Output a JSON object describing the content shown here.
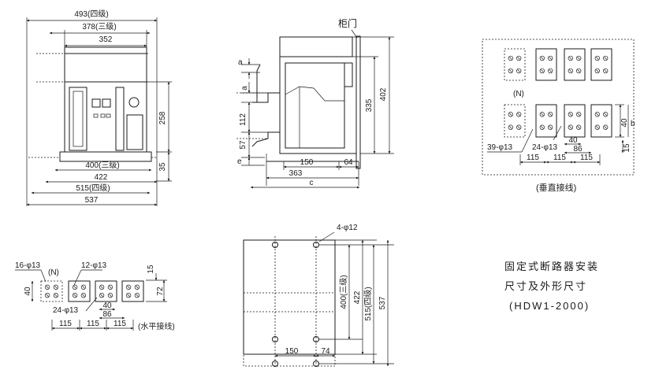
{
  "front_view": {
    "dim_top": [
      "493(四级)",
      "378(三级)",
      "352"
    ],
    "dim_bottom": [
      "400(三级)",
      "422",
      "515(四级)",
      "537"
    ],
    "dim_right": [
      "258",
      "35"
    ]
  },
  "side_view": {
    "label_door": "柜门",
    "dims_left": [
      "a",
      "a",
      "112",
      "57",
      "e"
    ],
    "dims_right": [
      "335",
      "402"
    ],
    "dims_bottom": [
      "150",
      "64",
      "363",
      "c"
    ]
  },
  "vertical_terminal": {
    "label_n": "(N)",
    "dims": [
      "40",
      "b",
      "40",
      "86",
      "15"
    ],
    "holes": [
      "39-φ13",
      "24-φ13"
    ],
    "spacing": [
      "115",
      "115",
      "115"
    ],
    "caption": "(垂直接线)"
  },
  "horizontal_terminal": {
    "holes": [
      "16-φ13",
      "12-φ13",
      "24-φ13"
    ],
    "label_n": "(N)",
    "dims": [
      "40",
      "15",
      "72",
      "40",
      "86"
    ],
    "spacing": [
      "115",
      "115",
      "115"
    ],
    "caption": "(水平接线)"
  },
  "mounting_plan": {
    "holes": "4-φ12",
    "dims_right": [
      "400(三级)",
      "422",
      "515(四级)",
      "537"
    ],
    "dims_bottom": [
      "150",
      "74"
    ]
  },
  "title": {
    "line1": "固定式断路器安装",
    "line2": "尺寸及外形尺寸",
    "line3": "(HDW1-2000)"
  }
}
